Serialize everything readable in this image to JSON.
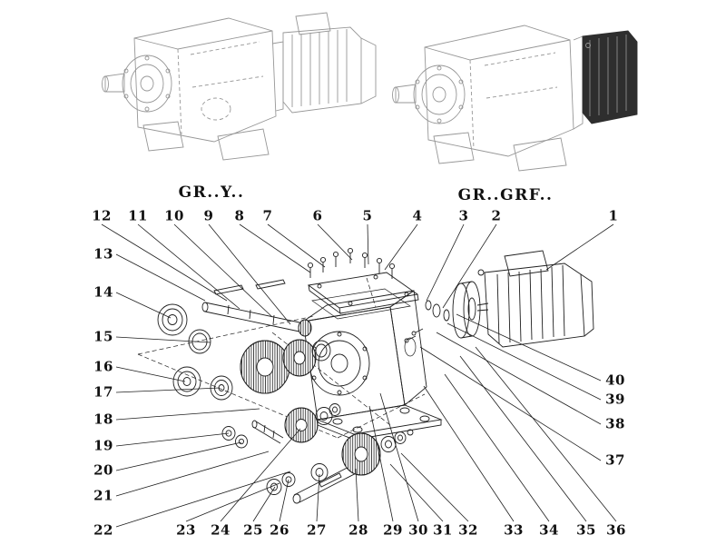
{
  "figure": {
    "background": "#ffffff",
    "line_color": "#1f1f1f",
    "sketch_color": "#979797",
    "dark_cover_color": "#2e2e2e"
  },
  "variants": [
    {
      "label": "GR..Y.."
    },
    {
      "label": "GR..GRF.."
    }
  ],
  "callouts": {
    "top": [
      "12",
      "11",
      "10",
      "9",
      "8",
      "7",
      "6",
      "5",
      "4",
      "3",
      "2",
      "1"
    ],
    "left": [
      "13",
      "14",
      "15",
      "16",
      "17",
      "18",
      "19",
      "20",
      "21",
      "22"
    ],
    "bottom": [
      "23",
      "24",
      "25",
      "26",
      "27",
      "28",
      "29",
      "30",
      "31",
      "32",
      "33",
      "34",
      "35",
      "36"
    ],
    "right": [
      "40",
      "39",
      "38",
      "37"
    ]
  }
}
